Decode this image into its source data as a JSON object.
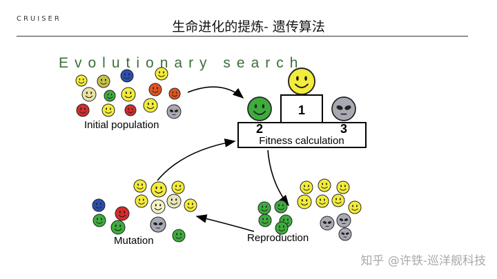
{
  "header": {
    "logo_text": "CRUISER",
    "title": "生命进化的提炼- 遗传算法"
  },
  "diagram": {
    "heading": "Evolutionary search",
    "labels": {
      "initial": "Initial population",
      "fitness": "Fitness calculation",
      "mutation": "Mutation",
      "reproduction": "Reproduction"
    },
    "podium": {
      "first": "1",
      "second": "2",
      "third": "3"
    },
    "colors": {
      "heading": "#3a6e3a",
      "yellow": "#f3ec3a",
      "green": "#3dac3d",
      "alien": "#a9a9b4",
      "red": "#d62b2b",
      "orange": "#e0551e",
      "blue": "#2a4fb0"
    }
  },
  "watermark": "知乎 @许铁-巡洋舰科技"
}
